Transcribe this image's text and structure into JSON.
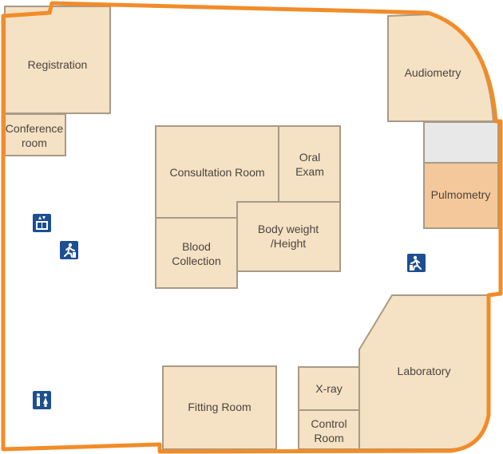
{
  "rooms": {
    "registration": "Registration",
    "conference": [
      "Conference",
      "room"
    ],
    "audiometry": "Audiometry",
    "consultation": "Consultation Room",
    "oral_exam": [
      "Oral",
      "Exam"
    ],
    "pulmometry": "Pulmometry",
    "blood": [
      "Blood",
      "Collection"
    ],
    "body_weight": [
      "Body weight",
      "/Height"
    ],
    "laboratory": "Laboratory",
    "xray": "X-ray",
    "control": [
      "Control",
      "Room"
    ],
    "fitting": "Fitting Room"
  },
  "icons": [
    "elevator-icon",
    "emergency-exit-icon",
    "emergency-exit-icon",
    "restroom-icon"
  ],
  "colors": {
    "wall": "#f28c28",
    "room": "#f5e1c3",
    "highlight": "#f4c89a",
    "icon": "#1d4f91"
  }
}
